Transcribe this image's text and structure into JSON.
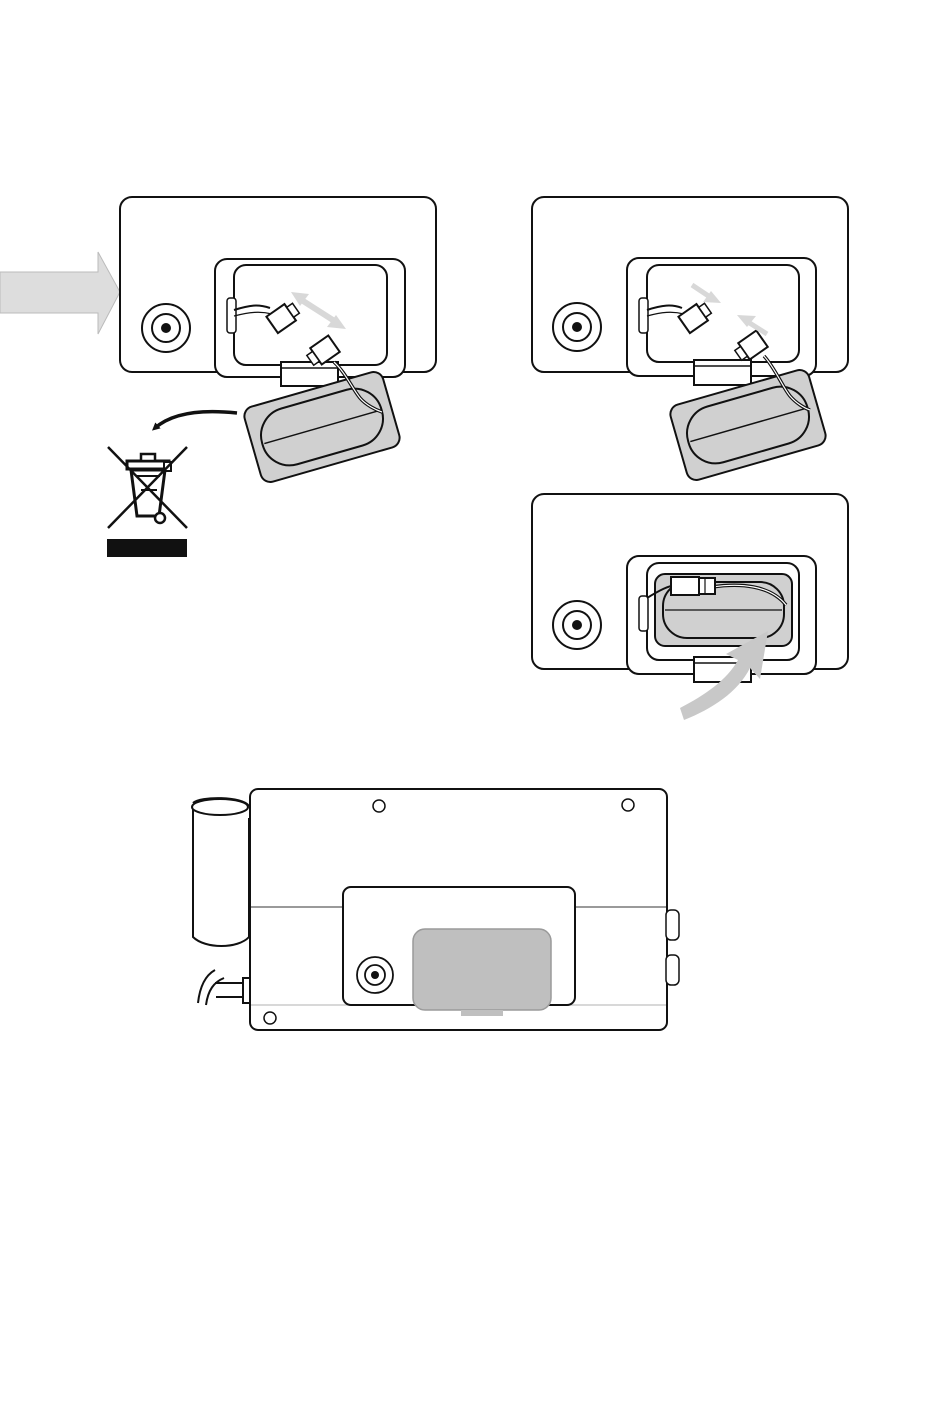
{
  "figure": {
    "kind": "instruction-illustration",
    "panels": [
      {
        "id": "remove-old-battery",
        "shows": [
          "push-arrow",
          "device-housing",
          "wire-connector-pair",
          "bidirectional-arrow",
          "old-battery-pack",
          "disposal-arrow",
          "weee-crossed-bin-icon"
        ]
      },
      {
        "id": "connect-new-battery",
        "shows": [
          "device-housing",
          "wire-connector-pair",
          "converging-arrows",
          "new-battery-pack"
        ]
      },
      {
        "id": "insert-battery",
        "shows": [
          "device-housing",
          "connected-connector",
          "battery-in-compartment",
          "insert-arrow"
        ]
      },
      {
        "id": "device-overview",
        "shows": [
          "device-body",
          "cylinder-attachment",
          "cable",
          "battery-cover",
          "buttons",
          "screw-holes"
        ]
      }
    ]
  },
  "colors": {
    "line": "#111111",
    "battery_fill": "#d0d0d0",
    "arrow_light": "#dddddd",
    "arrow_mid": "#c8c8c8",
    "cover_fill": "#bfbfbf",
    "seam": "#9a9a9a"
  },
  "icons": {
    "disposal": "weee-crossed-bin-icon",
    "jack": "round-jack-icon"
  }
}
